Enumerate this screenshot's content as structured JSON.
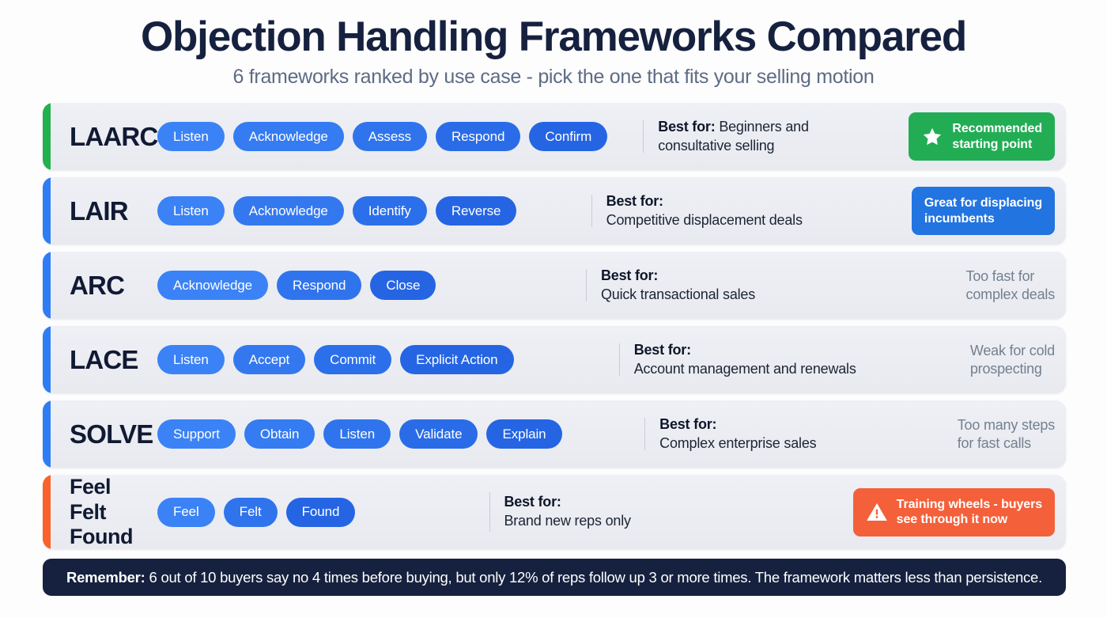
{
  "header": {
    "title": "Objection Handling Frameworks Compared",
    "subtitle": "6 frameworks ranked by use case - pick the one that fits your selling motion"
  },
  "labels": {
    "best_for": "Best for:"
  },
  "colors": {
    "accent_green": "#22b14c",
    "accent_blue": "#2f7df5",
    "accent_orange": "#f9622c",
    "pill_start": "#3b82f6",
    "pill_end": "#2160e0",
    "badge_green": "#22ad55",
    "badge_blue": "#2274e0",
    "badge_orange": "#f4603a",
    "footer_bg": "#16213f",
    "row_bg": "#eceef4",
    "title_color": "#16213f",
    "subtitle_color": "#5d6b84",
    "note_color": "#74808f"
  },
  "rows": [
    {
      "name": "LAARC",
      "name_lines": [
        "LAARC"
      ],
      "accent": "#22b14c",
      "steps": [
        "Listen",
        "Acknowledge",
        "Assess",
        "Respond",
        "Confirm"
      ],
      "best_for_inline": true,
      "best_for": "Beginners and consultative selling",
      "best_for_lines": [
        "Beginners and",
        "consultative selling"
      ],
      "badge": {
        "text_lines": [
          "Recommended",
          "starting point"
        ],
        "color": "#22ad55",
        "icon": "star-icon"
      },
      "note_lines": []
    },
    {
      "name": "LAIR",
      "name_lines": [
        "LAIR"
      ],
      "accent": "#2f7df5",
      "steps": [
        "Listen",
        "Acknowledge",
        "Identify",
        "Reverse"
      ],
      "best_for_inline": false,
      "best_for": "Competitive displacement deals",
      "best_for_lines": [
        "Competitive displacement deals"
      ],
      "badge": {
        "text_lines": [
          "Great for displacing",
          "incumbents"
        ],
        "color": "#2274e0",
        "icon": ""
      },
      "note_lines": []
    },
    {
      "name": "ARC",
      "name_lines": [
        "ARC"
      ],
      "accent": "#2f7df5",
      "steps": [
        "Acknowledge",
        "Respond",
        "Close"
      ],
      "best_for_inline": false,
      "best_for": "Quick transactional sales",
      "best_for_lines": [
        "Quick transactional sales"
      ],
      "badge": null,
      "note_lines": [
        "Too fast for",
        "complex deals"
      ]
    },
    {
      "name": "LACE",
      "name_lines": [
        "LACE"
      ],
      "accent": "#2f7df5",
      "steps": [
        "Listen",
        "Accept",
        "Commit",
        "Explicit Action"
      ],
      "best_for_inline": false,
      "best_for": "Account management and renewals",
      "best_for_lines": [
        "Account management and renewals"
      ],
      "badge": null,
      "note_lines": [
        "Weak for cold",
        "prospecting"
      ]
    },
    {
      "name": "SOLVE",
      "name_lines": [
        "SOLVE"
      ],
      "accent": "#2f7df5",
      "steps": [
        "Support",
        "Obtain",
        "Listen",
        "Validate",
        "Explain"
      ],
      "best_for_inline": false,
      "best_for": "Complex enterprise sales",
      "best_for_lines": [
        "Complex enterprise sales"
      ],
      "badge": null,
      "note_lines": [
        "Too many steps",
        "for fast calls"
      ]
    },
    {
      "name": "Feel Felt Found",
      "name_lines": [
        "Feel",
        "Felt",
        "Found"
      ],
      "accent": "#f9622c",
      "steps": [
        "Feel",
        "Felt",
        "Found"
      ],
      "best_for_inline": false,
      "best_for": "Brand new reps only",
      "best_for_lines": [
        "Brand new reps only"
      ],
      "badge": {
        "text_lines": [
          "Training wheels - buyers",
          "see through it now"
        ],
        "color": "#f4603a",
        "icon": "warning-icon"
      },
      "note_lines": []
    }
  ],
  "footer": {
    "prefix": "Remember:",
    "text": "6 out of 10 buyers say no 4 times before buying, but only 12% of reps follow up 3 or more times. The framework matters less than persistence."
  }
}
